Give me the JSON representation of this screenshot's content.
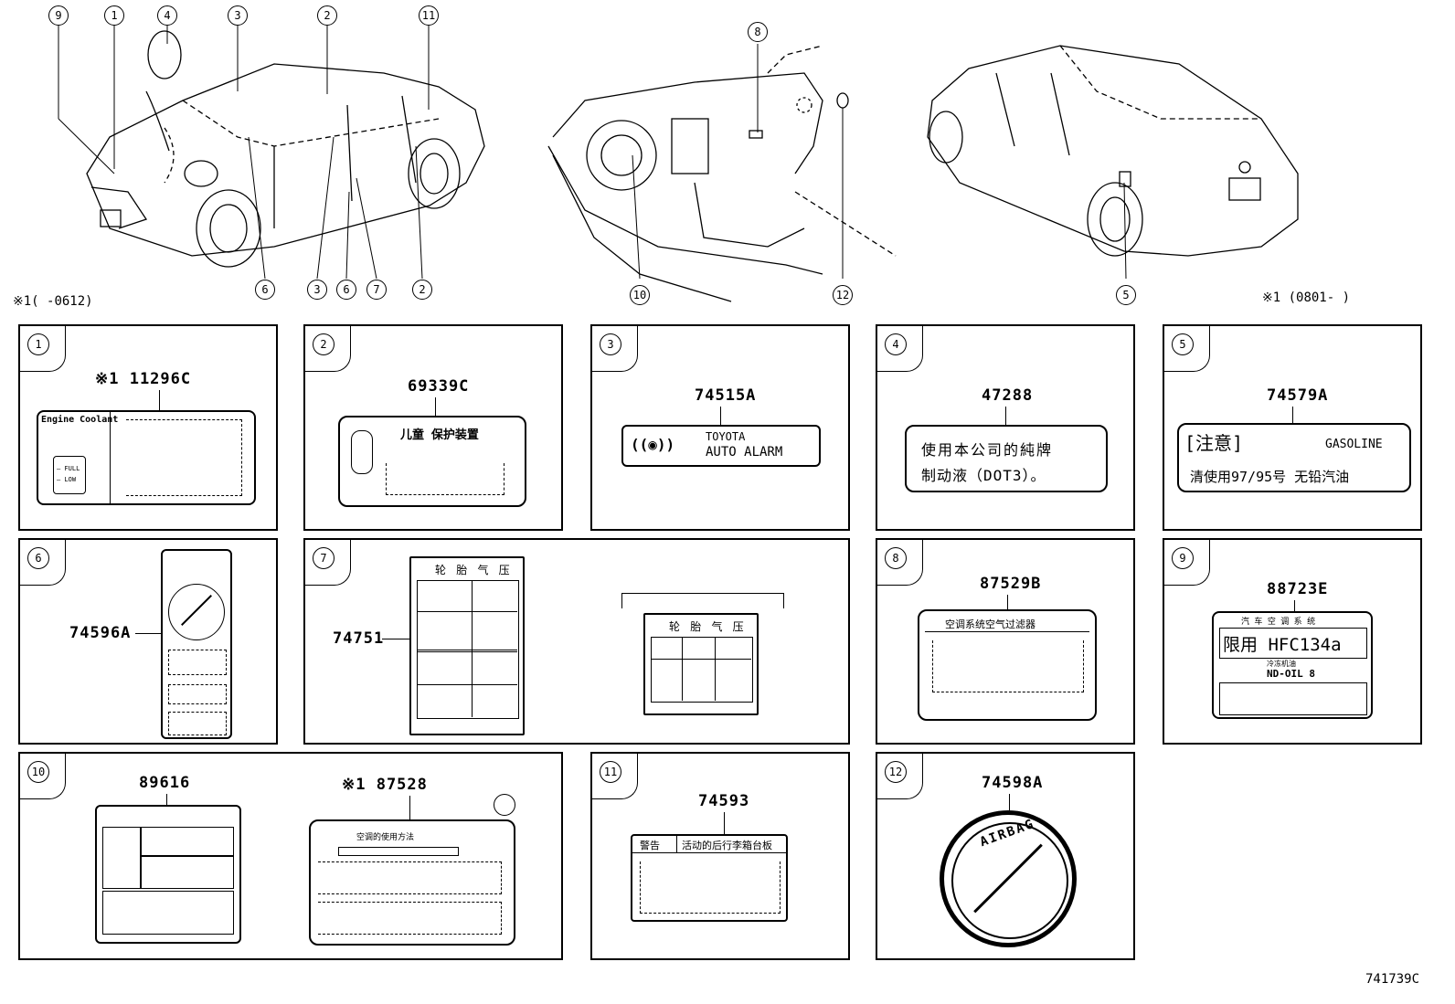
{
  "diagram_id": "741739C",
  "notes": {
    "left": "※1(    -0612)",
    "right": "※1 (0801-    )"
  },
  "callouts": {
    "car_front_top": [
      "9",
      "1",
      "4",
      "3",
      "2",
      "11"
    ],
    "car_front_bottom": [
      "6",
      "3",
      "6",
      "7",
      "2"
    ],
    "dash_top": "8",
    "dash_bottom": [
      "10",
      "12"
    ],
    "car_rear_bottom": "5"
  },
  "panels": [
    {
      "num": "1",
      "part": "※1 11296C",
      "text": [
        "Engine Coolant",
        "— FULL",
        "— LOW"
      ]
    },
    {
      "num": "2",
      "part": "69339C",
      "text": [
        "儿童 保护装置"
      ]
    },
    {
      "num": "3",
      "part": "74515A",
      "text": [
        "TOYOTA",
        "AUTO ALARM"
      ]
    },
    {
      "num": "4",
      "part": "47288",
      "text": [
        "使用本公司的純牌",
        "制动液（DOT3）。"
      ]
    },
    {
      "num": "5",
      "part": "74579A",
      "text": [
        "[注意]",
        "GASOLINE",
        "清使用97/95号  无铅汽油"
      ]
    },
    {
      "num": "6",
      "part": "74596A",
      "text": []
    },
    {
      "num": "7",
      "part": "74751",
      "text": [
        "轮 胎 气 压",
        "轮 胎 气 压"
      ]
    },
    {
      "num": "8",
      "part": "87529B",
      "text": [
        "空调系统空气过滤器"
      ]
    },
    {
      "num": "9",
      "part": "88723E",
      "text": [
        "汽 车 空 调 系 统",
        "限用 HFC134a",
        "冷冻机油",
        "ND-OIL 8"
      ]
    },
    {
      "num": "10",
      "part": "89616",
      "part2": "※1 87528",
      "text": [
        "空调的使用方法"
      ]
    },
    {
      "num": "11",
      "part": "74593",
      "text": [
        "警告",
        "活动的后行李箱台板"
      ]
    },
    {
      "num": "12",
      "part": "74598A",
      "text": [
        "AIRBAG"
      ]
    }
  ]
}
